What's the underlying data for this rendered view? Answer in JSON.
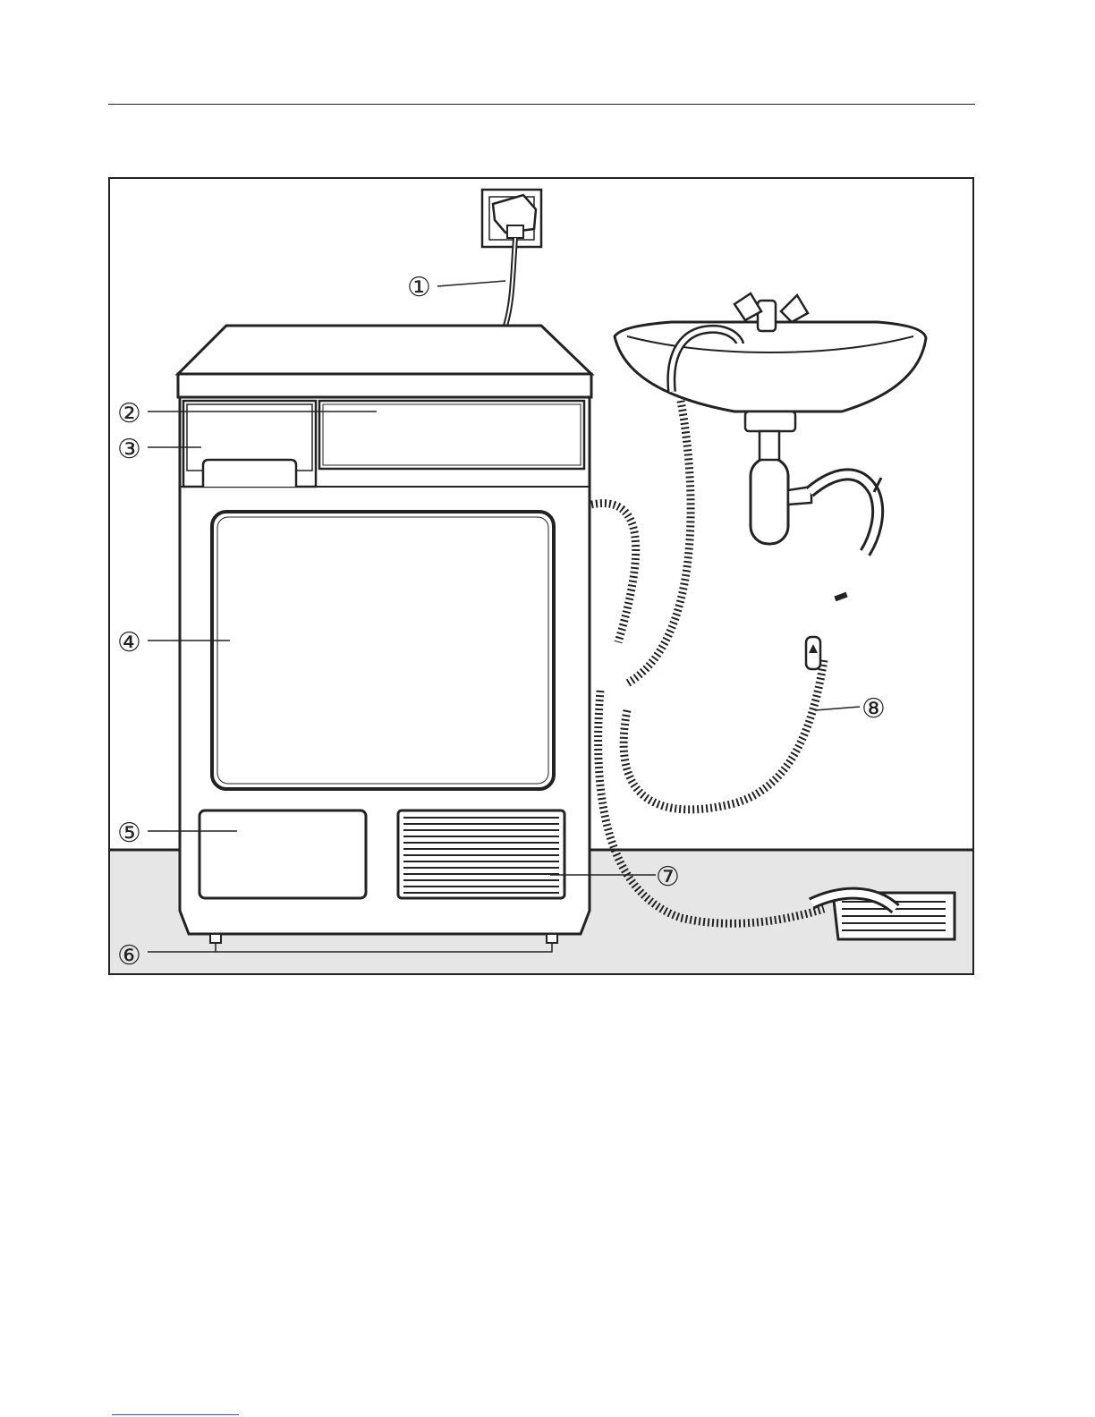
{
  "diagram": {
    "callouts": [
      {
        "num": "1",
        "glyph": "①"
      },
      {
        "num": "2",
        "glyph": "②"
      },
      {
        "num": "3",
        "glyph": "③"
      },
      {
        "num": "4",
        "glyph": "④"
      },
      {
        "num": "5",
        "glyph": "⑤"
      },
      {
        "num": "6",
        "glyph": "⑥"
      },
      {
        "num": "7",
        "glyph": "⑦"
      },
      {
        "num": "8",
        "glyph": "⑧"
      }
    ],
    "colors": {
      "line": "#222222",
      "floor": "#e6e6e6",
      "paper": "#ffffff",
      "footnote_rule": "#3050c8"
    }
  }
}
